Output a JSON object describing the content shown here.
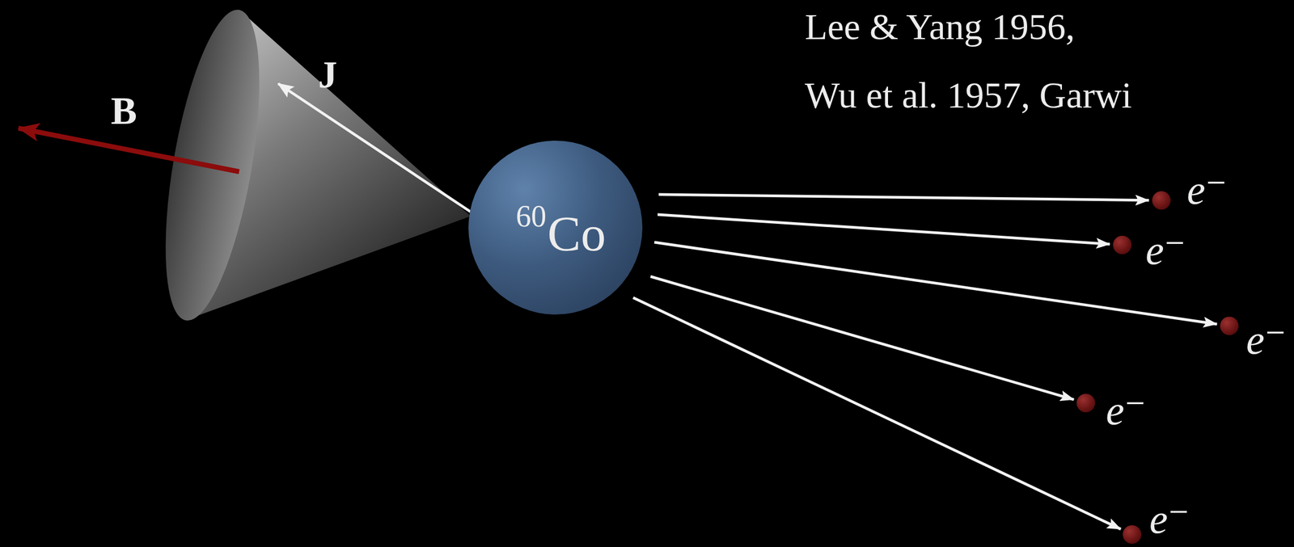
{
  "diagram": {
    "nodes": [
      {
        "text": [
          "60",
          "Co"
        ]
      },
      {
        "text": [
          "e⁻"
        ]
      },
      {
        "text": [
          "e⁻"
        ]
      },
      {
        "text": [
          "e⁻"
        ]
      },
      {
        "text": [
          "e⁻"
        ]
      },
      {
        "text": [
          "e⁻"
        ]
      }
    ],
    "edges": [
      {
        "from": 0,
        "to": 1,
        "arrow": "to"
      },
      {
        "from": 0,
        "to": 2,
        "arrow": "to"
      },
      {
        "from": 0,
        "to": 3,
        "arrow": "to"
      },
      {
        "from": 0,
        "to": 4,
        "arrow": "to"
      },
      {
        "from": 0,
        "to": 5,
        "arrow": "to"
      }
    ],
    "labels": [
      "B",
      "J",
      "Lee & Yang 1956,",
      "Wu et al. 1957, Garwi"
    ]
  }
}
